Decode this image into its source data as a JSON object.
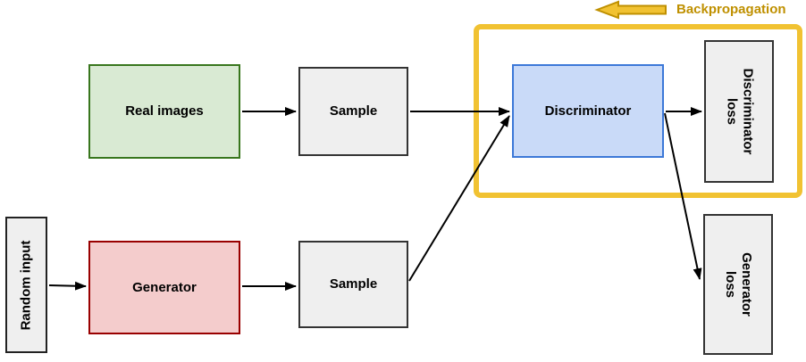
{
  "backprop": {
    "label": "Backpropagation",
    "text_color": "#bf9000",
    "arrow_fill": "#f1c232",
    "arrow_stroke": "#bf9000",
    "region_border_color": "#f1c232"
  },
  "nodes": {
    "random_input": {
      "label": "Random input",
      "fill": "#efefef",
      "border": "#222222",
      "text_rotation": "-90deg"
    },
    "real_images": {
      "label": "Real images",
      "fill": "#d9ead3",
      "border": "#38761d",
      "text_rotation": "0deg"
    },
    "generator": {
      "label": "Generator",
      "fill": "#f4cccc",
      "border": "#990000",
      "text_rotation": "0deg"
    },
    "sample_top": {
      "label": "Sample",
      "fill": "#efefef",
      "border": "#333333",
      "text_rotation": "0deg"
    },
    "sample_bottom": {
      "label": "Sample",
      "fill": "#efefef",
      "border": "#333333",
      "text_rotation": "0deg"
    },
    "discriminator": {
      "label": "Discriminator",
      "fill": "#c9daf8",
      "border": "#3c78d8",
      "text_rotation": "0deg"
    },
    "discriminator_loss": {
      "label": "Discriminator loss",
      "fill": "#efefef",
      "border": "#333333",
      "text_rotation": "90deg"
    },
    "generator_loss": {
      "label": "Generator loss",
      "fill": "#efefef",
      "border": "#333333",
      "text_rotation": "90deg"
    }
  },
  "edges": [
    {
      "from": "real-images",
      "to": "sample-top"
    },
    {
      "from": "sample-top",
      "to": "discriminator"
    },
    {
      "from": "discriminator",
      "to": "discriminator-loss"
    },
    {
      "from": "random-input",
      "to": "generator"
    },
    {
      "from": "generator",
      "to": "sample-bottom"
    },
    {
      "from": "sample-bottom",
      "to": "discriminator"
    },
    {
      "from": "discriminator",
      "to": "generator-loss"
    }
  ],
  "arrow_color": "#000000"
}
